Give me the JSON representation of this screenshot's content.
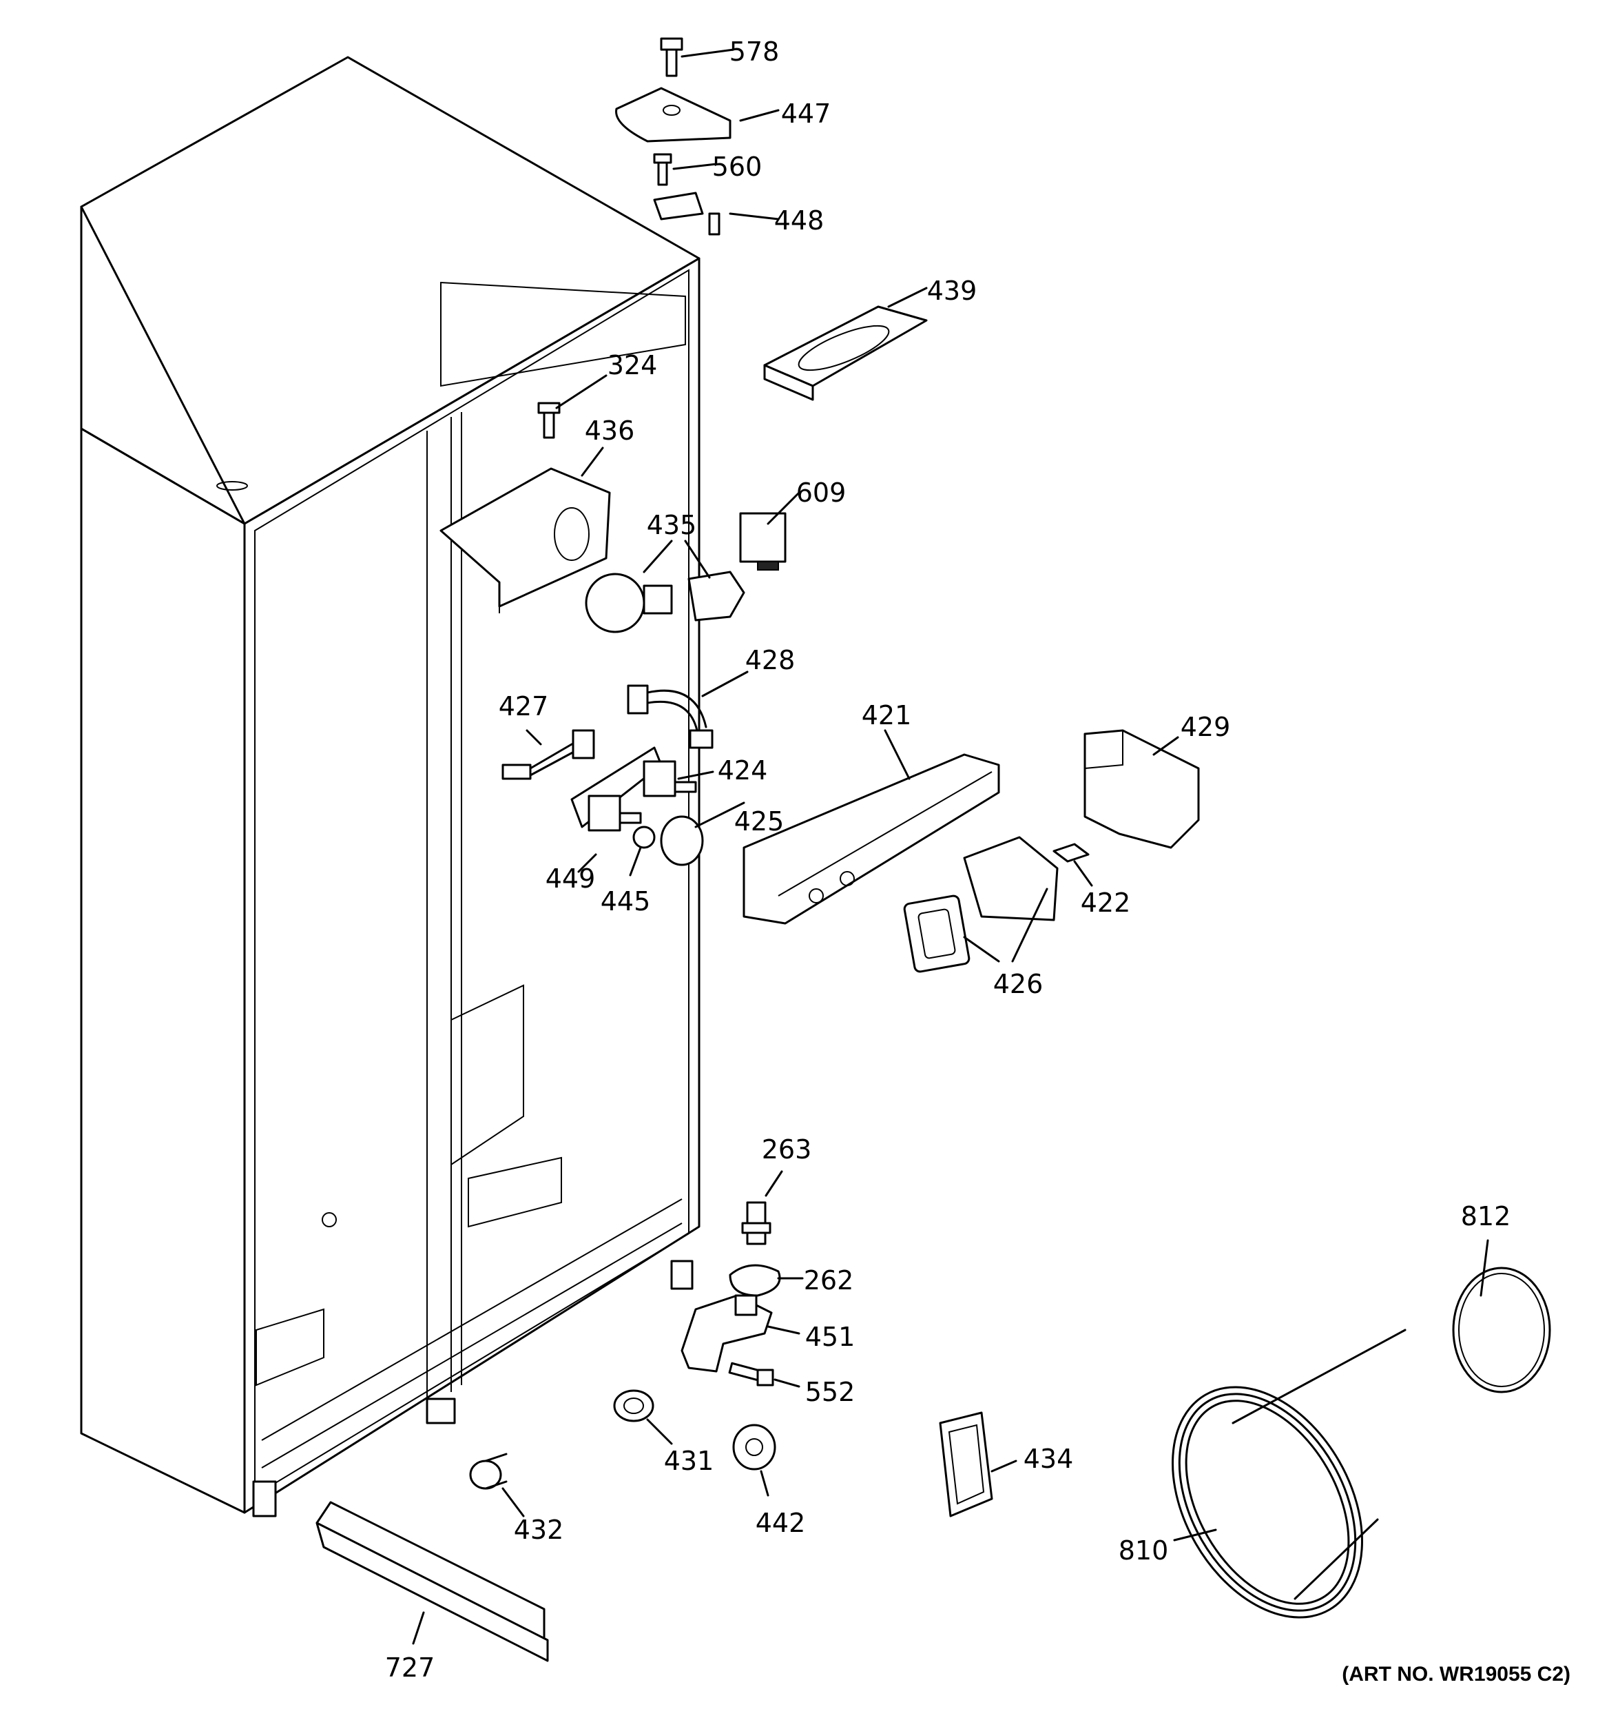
{
  "diagram": {
    "art_number": "(ART NO. WR19055 C2)",
    "parts": [
      {
        "id": "578",
        "label": "578"
      },
      {
        "id": "447",
        "label": "447"
      },
      {
        "id": "560",
        "label": "560"
      },
      {
        "id": "448",
        "label": "448"
      },
      {
        "id": "439",
        "label": "439"
      },
      {
        "id": "324",
        "label": "324"
      },
      {
        "id": "436",
        "label": "436"
      },
      {
        "id": "609",
        "label": "609"
      },
      {
        "id": "435",
        "label": "435"
      },
      {
        "id": "428",
        "label": "428"
      },
      {
        "id": "427",
        "label": "427"
      },
      {
        "id": "421",
        "label": "421"
      },
      {
        "id": "429",
        "label": "429"
      },
      {
        "id": "424",
        "label": "424"
      },
      {
        "id": "425",
        "label": "425"
      },
      {
        "id": "449",
        "label": "449"
      },
      {
        "id": "445",
        "label": "445"
      },
      {
        "id": "422",
        "label": "422"
      },
      {
        "id": "426",
        "label": "426"
      },
      {
        "id": "263",
        "label": "263"
      },
      {
        "id": "262",
        "label": "262"
      },
      {
        "id": "451",
        "label": "451"
      },
      {
        "id": "552",
        "label": "552"
      },
      {
        "id": "812",
        "label": "812"
      },
      {
        "id": "431",
        "label": "431"
      },
      {
        "id": "434",
        "label": "434"
      },
      {
        "id": "442",
        "label": "442"
      },
      {
        "id": "432",
        "label": "432"
      },
      {
        "id": "810",
        "label": "810"
      },
      {
        "id": "727",
        "label": "727"
      }
    ]
  }
}
